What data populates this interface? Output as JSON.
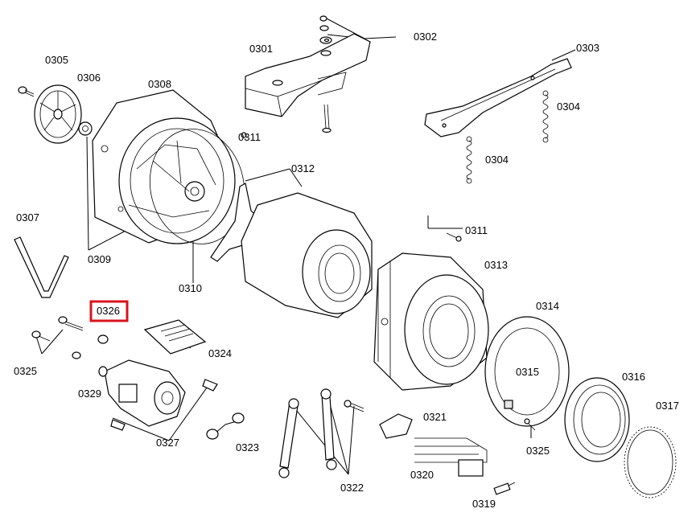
{
  "highlight": {
    "color": "#d8141c",
    "label_index": 17
  },
  "labels": [
    "0301",
    "0302",
    "0303",
    "0304",
    "0304",
    "0305",
    "0306",
    "0307",
    "0308",
    "0309",
    "0310",
    "0311",
    "0311",
    "0312",
    "0313",
    "0314",
    "0315",
    "0316",
    "0317",
    "0319",
    "0320",
    "0321",
    "0322",
    "0323",
    "0324",
    "0325",
    "0325",
    "0326",
    "0327",
    "0329"
  ]
}
